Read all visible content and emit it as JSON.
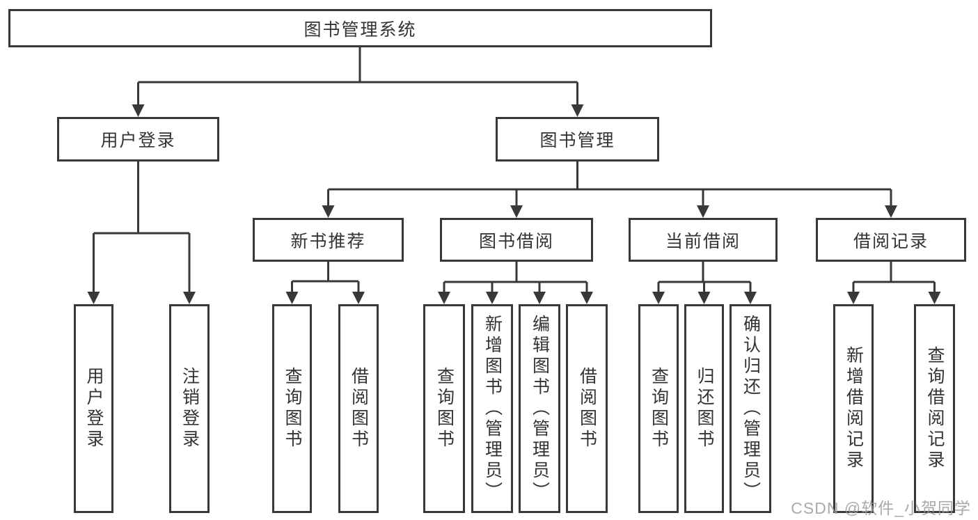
{
  "diagram_title": "图书管理系统",
  "tree": {
    "label": "图书管理系统",
    "children": [
      {
        "label": "用户登录",
        "children": [
          {
            "label": "用户登录"
          },
          {
            "label": "注销登录"
          }
        ]
      },
      {
        "label": "图书管理",
        "children": [
          {
            "label": "新书推荐",
            "children": [
              {
                "label": "查询图书"
              },
              {
                "label": "借阅图书"
              }
            ]
          },
          {
            "label": "图书借阅",
            "children": [
              {
                "label": "查询图书"
              },
              {
                "label": "新增图书（管理员）"
              },
              {
                "label": "编辑图书（管理员）"
              },
              {
                "label": "借阅图书"
              }
            ]
          },
          {
            "label": "当前借阅",
            "children": [
              {
                "label": "查询图书"
              },
              {
                "label": "归还图书"
              },
              {
                "label": "确认归还（管理员）"
              }
            ]
          },
          {
            "label": "借阅记录",
            "children": [
              {
                "label": "新增借阅记录"
              },
              {
                "label": "查询借阅记录"
              }
            ]
          }
        ]
      }
    ]
  },
  "watermark": {
    "text": "CSDN @软件_小贺同学"
  },
  "colors": {
    "line": "#383838",
    "box_border": "#383838",
    "box_fill": "#ffffff",
    "text": "#333333",
    "watermark": "#9b9b9b",
    "background": "#ffffff"
  }
}
